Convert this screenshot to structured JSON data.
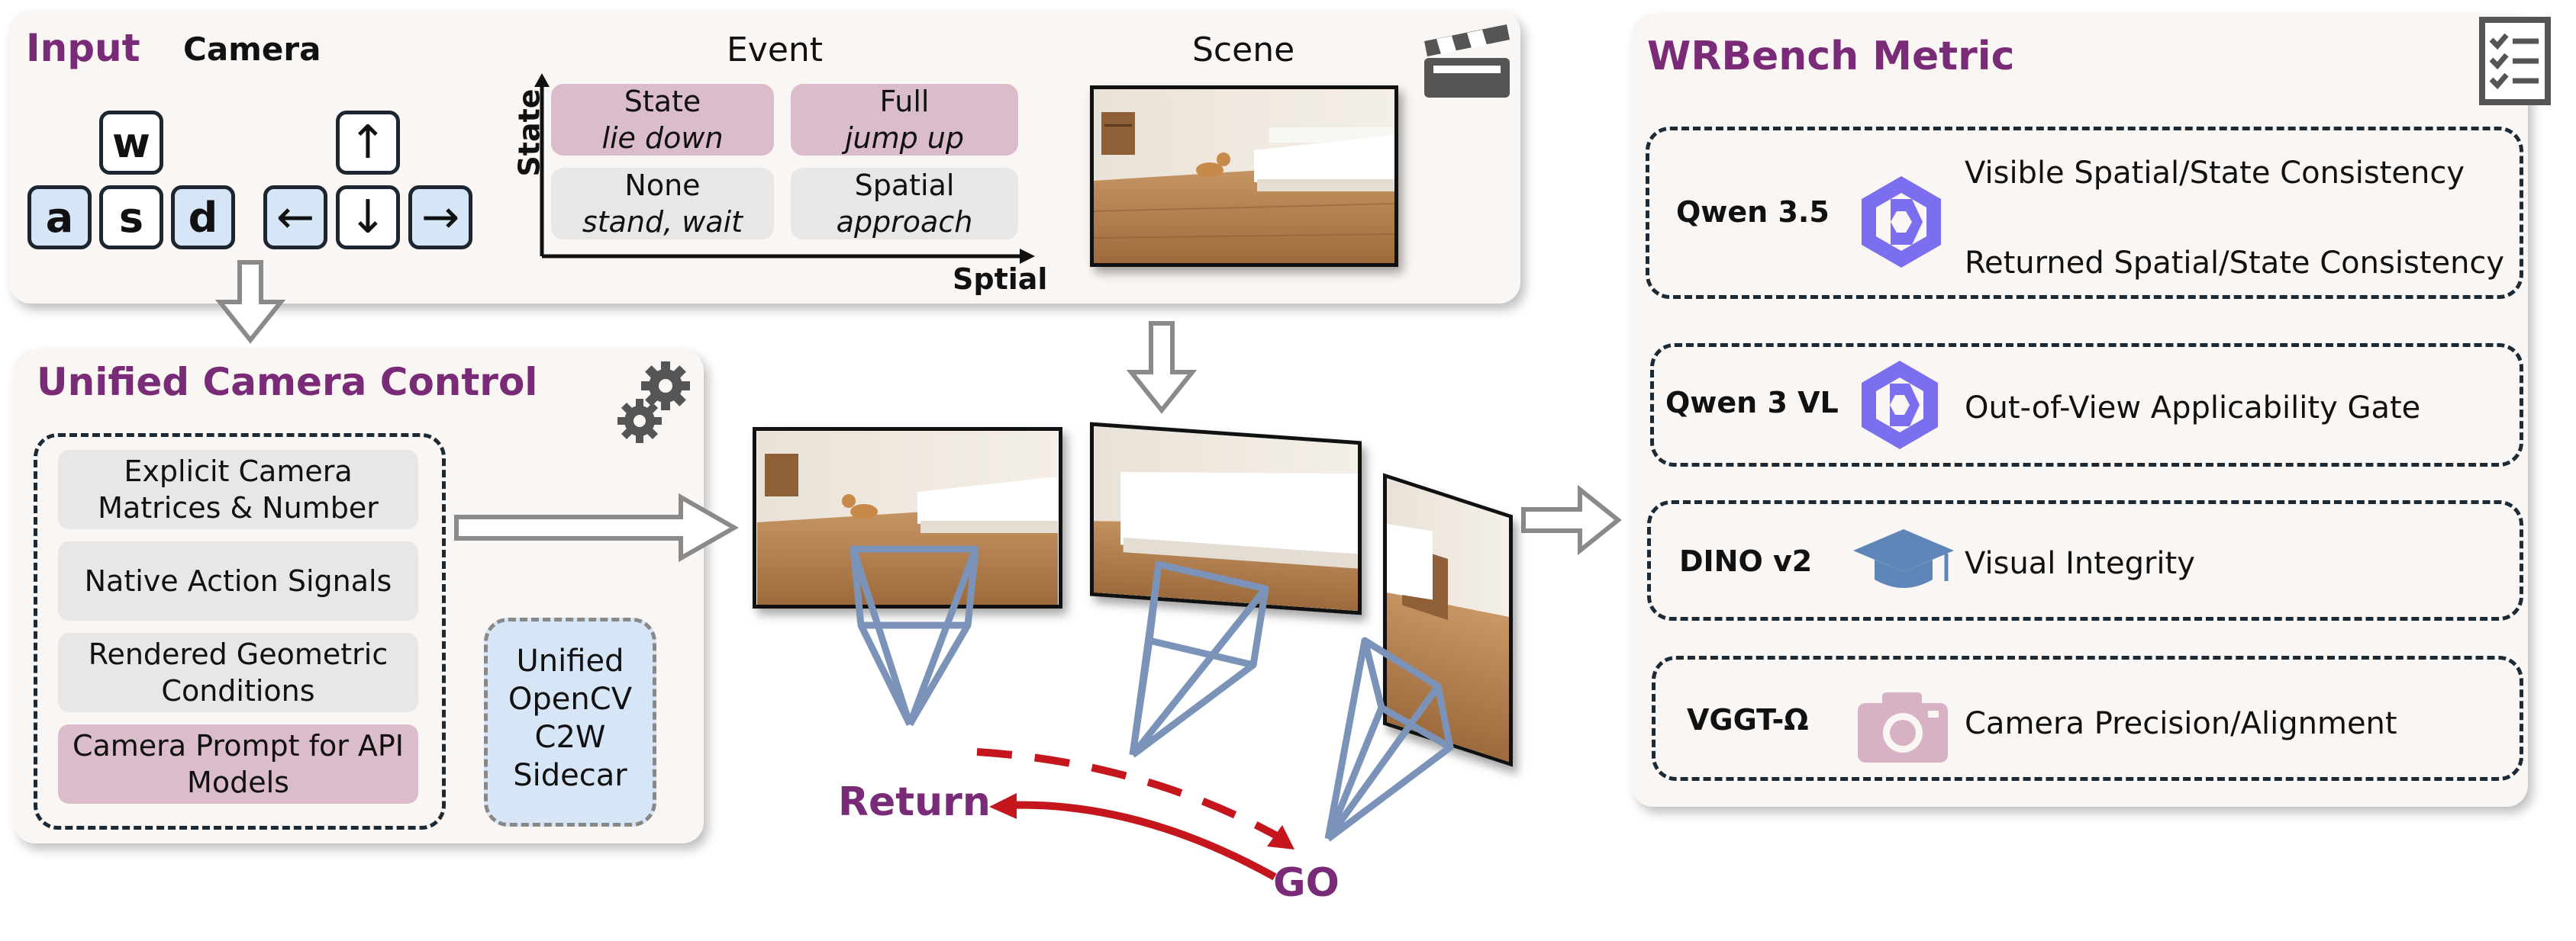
{
  "input": {
    "title": "Input",
    "camera_label": "Camera",
    "keys": {
      "w": "w",
      "a": "a",
      "s": "s",
      "d": "d",
      "up": "↑",
      "left": "←",
      "down": "↓",
      "right": "→"
    }
  },
  "event": {
    "title": "Event",
    "y_axis": "State",
    "x_axis": "Sptial",
    "cells": [
      {
        "name": "State",
        "example": "lie down"
      },
      {
        "name": "Full",
        "example": "jump up"
      },
      {
        "name": "None",
        "example": "stand, wait"
      },
      {
        "name": "Spatial",
        "example": "approach"
      }
    ]
  },
  "scene": {
    "title": "Scene"
  },
  "control": {
    "title": "Unified Camera Control",
    "items": [
      "Explicit Camera Matrices & Number",
      "Native Action Signals",
      "Rendered Geometric Conditions",
      "Camera Prompt for API Models"
    ],
    "sidecar": "Unified OpenCV C2W Sidecar"
  },
  "trajectory": {
    "return_label": "Return",
    "go_label": "GO"
  },
  "metric": {
    "title": "WRBench Metric",
    "rows": [
      {
        "model": "Qwen 3.5",
        "icon": "qwen-icon",
        "texts": [
          "Visible Spatial/State Consistency",
          "Returned Spatial/State Consistency"
        ]
      },
      {
        "model": "Qwen 3 VL",
        "icon": "qwen-icon",
        "texts": [
          "Out-of-View Applicability Gate"
        ]
      },
      {
        "model": "DINO v2",
        "icon": "graduation-cap-icon",
        "texts": [
          "Visual Integrity"
        ]
      },
      {
        "model": "VGGT-Ω",
        "icon": "camera-icon",
        "texts": [
          "Camera Precision/Alignment"
        ]
      }
    ]
  },
  "colors": {
    "title_purple": "#7a2b78",
    "pink": "#dbbccb",
    "blue": "#d6e6f7",
    "grey": "#e7e7e7",
    "frustum": "#7b93b8",
    "arrow_red": "#c4161c"
  }
}
